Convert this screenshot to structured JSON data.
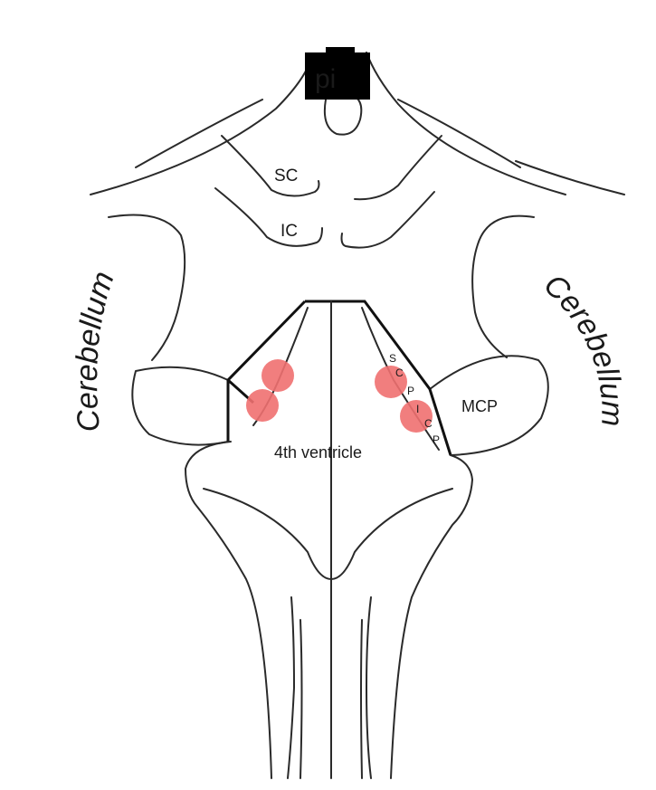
{
  "pineal": {
    "label": "pi"
  },
  "labels": {
    "superior_colliculus": "SC",
    "inferior_colliculus": "IC",
    "cerebellum_left": "Cerebellum",
    "cerebellum_right": "Cerebellum",
    "fourth_ventricle": "4th ventricle",
    "mcp": "MCP",
    "scp_letters": [
      "S",
      "C",
      "P"
    ],
    "icp_letters": [
      "I",
      "C",
      "P"
    ]
  },
  "colors": {
    "lesion": "#f07070",
    "stroke": "#2a2a2a",
    "pineal_box": "#000000",
    "pineal_text": "#ffffff"
  }
}
